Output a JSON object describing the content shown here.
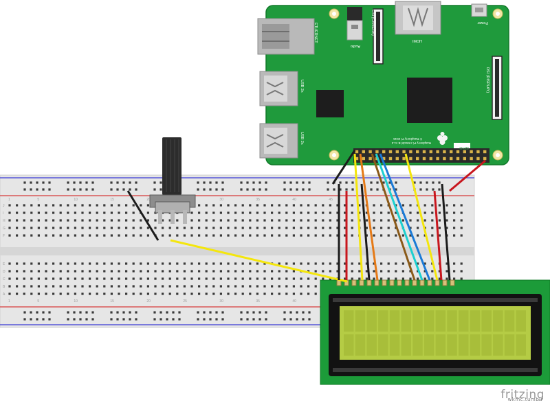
{
  "pi": {
    "ethernet": "ETHERNET",
    "audio": "Audio",
    "csi": "CSI (CAMERA)",
    "hdmi": "HDMI",
    "power": "Power",
    "usb": "USB 2x",
    "dsi": "DSI (DISPLAY)",
    "gpio": "GPIO",
    "model_line1": "Raspberry Pi 3 Model B v1.2",
    "model_line2": "© Raspberry Pi 2015"
  },
  "breadboard": {
    "row_letters_top": [
      "J",
      "I",
      "H",
      "G",
      "F"
    ],
    "row_letters_bottom": [
      "E",
      "D",
      "C",
      "B",
      "A"
    ],
    "column_numbers": [
      "1",
      "5",
      "10",
      "15",
      "20",
      "25",
      "30",
      "35",
      "40",
      "45"
    ]
  },
  "wires": {
    "black": "#1b1b1b",
    "red": "#c8161d",
    "yellow": "#f4e60c",
    "orange": "#e57a17",
    "brown": "#8a5a19",
    "cyan": "#1ccfd0",
    "blue": "#1b7ad6"
  },
  "watermark": {
    "brand": "fritzing",
    "sub": "wkmc.tumblr"
  }
}
